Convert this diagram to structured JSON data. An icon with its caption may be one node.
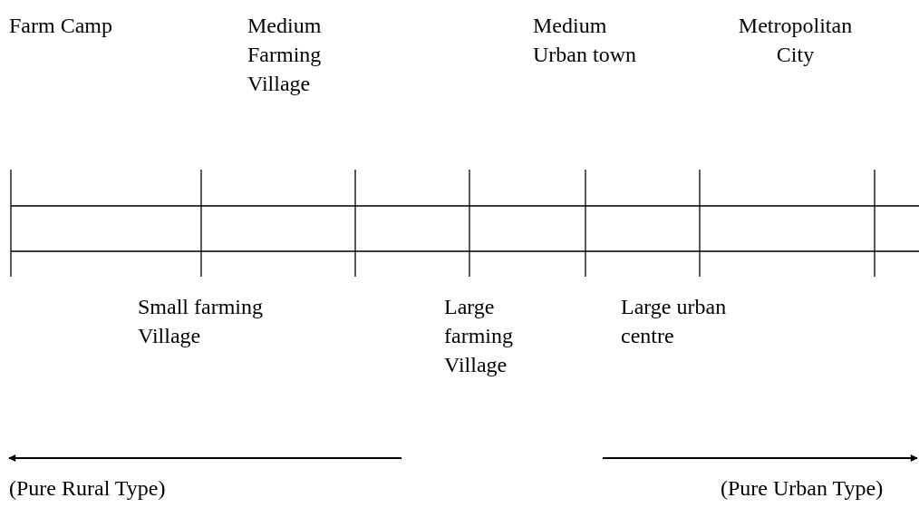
{
  "diagram": {
    "labels": [
      "Farm Camp",
      "Medium Farming Village",
      "Medium Urban town",
      "Metropolitan City",
      "Small farming Village",
      "Large farming Village",
      "Large urban centre",
      "(Pure Rural Type)",
      "(Pure Urban Type)"
    ]
  }
}
